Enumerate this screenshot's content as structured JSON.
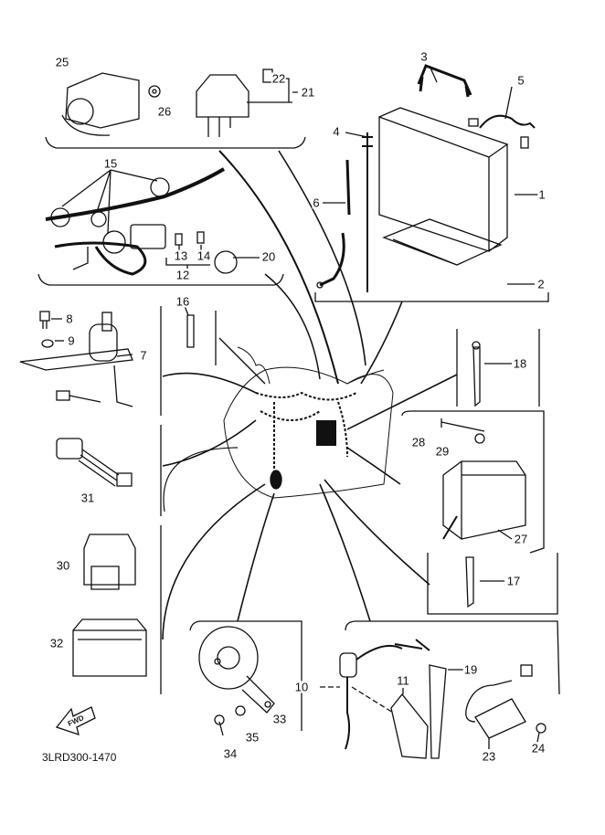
{
  "diagram_code": "3LRD300-1470",
  "fwd_arrow_text": "FWD",
  "part_labels": {
    "p1": "1",
    "p2": "2",
    "p3": "3",
    "p4": "4",
    "p5": "5",
    "p6": "6",
    "p7": "7",
    "p8": "8",
    "p9": "9",
    "p10": "10",
    "p11": "11",
    "p12": "12",
    "p13": "13",
    "p14": "14",
    "p15": "15",
    "p16": "16",
    "p17": "17",
    "p18": "18",
    "p19": "19",
    "p20": "20",
    "p21": "21",
    "p22": "22",
    "p23": "23",
    "p24": "24",
    "p25": "25",
    "p26": "26",
    "p27": "27",
    "p28": "28",
    "p29": "29",
    "p30": "30",
    "p31": "31",
    "p32": "32",
    "p33": "33",
    "p34": "34",
    "p35": "35"
  },
  "colors": {
    "line": "#111111",
    "background": "#ffffff"
  }
}
